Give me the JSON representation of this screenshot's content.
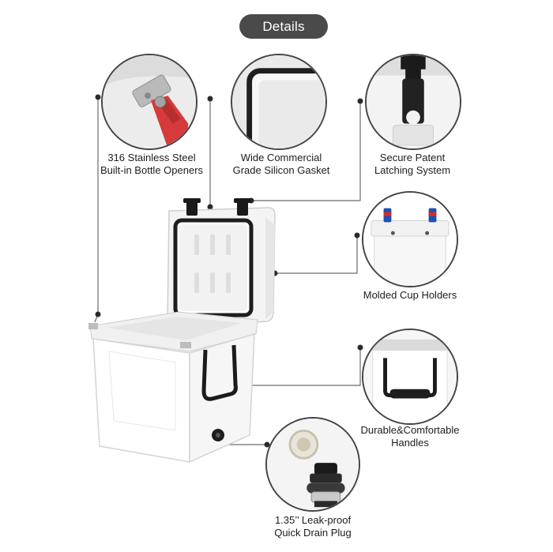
{
  "header": {
    "title": "Details"
  },
  "features": [
    {
      "name": "bottle-opener",
      "line1": "316 Stainless Steel",
      "line2": "Built-in Bottle Openers"
    },
    {
      "name": "gasket",
      "line1": "Wide Commercial",
      "line2": "Grade Silicon Gasket"
    },
    {
      "name": "latch",
      "line1": "Secure Patent",
      "line2": "Latching System"
    },
    {
      "name": "cup-holders",
      "line1": "Molded Cup Holders"
    },
    {
      "name": "handles",
      "line1": "Durable&Comfortable",
      "line2": "Handles"
    },
    {
      "name": "drain-plug",
      "line1": "1.35’’ Leak-proof",
      "line2": "Quick Drain Plug"
    }
  ],
  "colors": {
    "pill": "#4a4a4a",
    "outline": "#444444",
    "cooler_body": "#ffffff",
    "gasket": "#222222",
    "opener_red": "#d63a3a",
    "can_blue": "#1e4fb3"
  }
}
